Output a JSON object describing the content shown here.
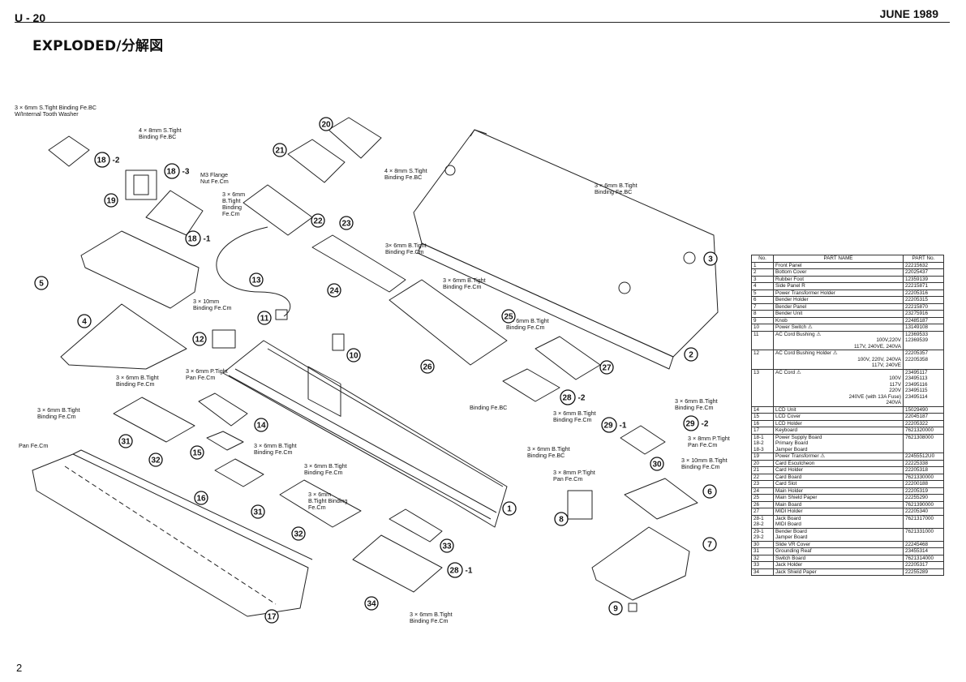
{
  "header": {
    "page_code": "U - 20",
    "date": "JUNE 1989"
  },
  "title": "EXPLODED/分解図",
  "page_number": "2",
  "callouts": [
    "1",
    "2",
    "3",
    "4",
    "5",
    "6",
    "7",
    "8",
    "9",
    "10",
    "11",
    "12",
    "13",
    "14",
    "15",
    "16",
    "17",
    "18-1",
    "18-2",
    "18-3",
    "19",
    "20",
    "21",
    "22",
    "23",
    "24",
    "25",
    "26",
    "27",
    "28-1",
    "28-2",
    "29-1",
    "29-2",
    "30",
    "31",
    "31",
    "32",
    "32",
    "33",
    "34"
  ],
  "screw_labels": [
    {
      "lines": [
        "3 × 6mm  S.Tight  Binding  Fe.BC",
        "W/Internal  Tooth  Washer"
      ]
    },
    {
      "lines": [
        "4 × 8mm  S.Tight",
        "Binding  Fe.BC"
      ]
    },
    {
      "lines": [
        "M3  Flange",
        "Nut  Fe.Cm"
      ]
    },
    {
      "lines": [
        "3 × 6mm",
        "B.Tight",
        "Binding",
        "Fe.Cm"
      ]
    },
    {
      "lines": [
        "4 × 8mm  S.Tight",
        "Binding  Fe.BC"
      ]
    },
    {
      "lines": [
        "3 × 6mm  B.Tight",
        "Binding  Fe.BC"
      ]
    },
    {
      "lines": [
        "3× 6mm B.Tight",
        "Binding  Fe.Cm"
      ]
    },
    {
      "lines": [
        "3 × 10mm",
        "Binding  Fe.Cm"
      ]
    },
    {
      "lines": [
        "3 × 6mm  B.Tight",
        "Binding  Fe.Cm"
      ]
    },
    {
      "lines": [
        "3 × 6mm  B.Tight",
        "Binding  Fe.Cm"
      ]
    },
    {
      "lines": [
        "3 × 6mm  B.Tight",
        "Binding  Fe.Cm"
      ]
    },
    {
      "lines": [
        "3 × 6mm  P.Tight",
        "Pan  Fe.Cm"
      ]
    },
    {
      "lines": [
        "3 × 6mm  B.Tight",
        "Binding  Fe.Cm"
      ]
    },
    {
      "lines": [
        "Pan  Fe.Cm"
      ]
    },
    {
      "lines": [
        "3 × 6mm  B.Tight",
        "Binding  Fe.Cm"
      ]
    },
    {
      "lines": [
        "3 × 6mm  B.Tight",
        "Binding  Fe.Cm"
      ]
    },
    {
      "lines": [
        "3 × 6mm",
        "B.Tight  Binding",
        "Fe.Cm"
      ]
    },
    {
      "lines": [
        "Binding  Fe.BC"
      ]
    },
    {
      "lines": [
        "3 × 6mm  B.Tight",
        "Binding  Fe.BC"
      ]
    },
    {
      "lines": [
        "3 × 8mm  P.Tight",
        "Pan  Fe.Cm"
      ]
    },
    {
      "lines": [
        "3 × 6mm  B.Tight",
        "Binding  Fe.Cm"
      ]
    },
    {
      "lines": [
        "3 × 6mm  B.Tight",
        "Binding  Fe.Cm"
      ]
    },
    {
      "lines": [
        "3 × 8mm  P.Tight",
        "Pan  Fe.Cm"
      ]
    },
    {
      "lines": [
        "3 × 10mm  B.Tight",
        "Binding  Fe.Cm"
      ]
    },
    {
      "lines": [
        "3 × 6mm  B.Tight",
        "Binding  Fe.Cm"
      ]
    }
  ],
  "parts_table": {
    "headers": [
      "No.",
      "PART NAME",
      "PART No."
    ],
    "rows": [
      {
        "no": "1",
        "name": "Front Panel",
        "pn": "22215632"
      },
      {
        "no": "2",
        "name": "Bottom Cover",
        "pn": "22025437"
      },
      {
        "no": "3",
        "name": "Rubber Foot",
        "pn": "12359139"
      },
      {
        "no": "4",
        "name": "Side Panel R",
        "pn": "22215871"
      },
      {
        "no": "5",
        "name": "Power Transformer Holder",
        "pn": "22205316"
      },
      {
        "no": "6",
        "name": "Bender Holder",
        "pn": "22205315"
      },
      {
        "no": "7",
        "name": "Bender Panel",
        "pn": "22215870"
      },
      {
        "no": "8",
        "name": "Bender Unit",
        "pn": "23275916"
      },
      {
        "no": "9",
        "name": "Knob",
        "pn": "22485187"
      },
      {
        "no": "10",
        "name": "Power Switch ⚠",
        "pn": "13149108"
      },
      {
        "no": "11",
        "name": "AC Cord Bushing ⚠",
        "pn": "",
        "subs": [
          {
            "label": "100V,220V",
            "pn": "12369533"
          },
          {
            "label": "117V, 240VE, 240VA",
            "pn": "12369539"
          }
        ]
      },
      {
        "no": "12",
        "name": "AC Cord Bushing Holder ⚠",
        "pn": "",
        "subs": [
          {
            "label": "100V, 220V, 240VA",
            "pn": "22205357"
          },
          {
            "label": "117V, 240VE",
            "pn": "22205358"
          }
        ]
      },
      {
        "no": "13",
        "name": "AC Cord ⚠",
        "pn": "",
        "subs": [
          {
            "label": "100V",
            "pn": "23495117"
          },
          {
            "label": "117V",
            "pn": "23495113"
          },
          {
            "label": "220V",
            "pn": "23495116"
          },
          {
            "label": "240VE (with 13A Fuse)",
            "pn": "23495115"
          },
          {
            "label": "240VA",
            "pn": "23495114"
          }
        ]
      },
      {
        "no": "14",
        "name": "LCD Unit",
        "pn": "15029490"
      },
      {
        "no": "15",
        "name": "LCD Cover",
        "pn": "22045187"
      },
      {
        "no": "16",
        "name": "LCD Holder",
        "pn": "22205322"
      },
      {
        "no": "17",
        "name": "Keyboard",
        "pn": "7621320000"
      },
      {
        "no": "18-1\n18-2\n18-3",
        "name": "Power Supply Board\nPrimary Board\nJamper Board",
        "pn": "7621308000"
      },
      {
        "no": "19",
        "name": "Power Transformer ⚠",
        "pn": "22455512U0"
      },
      {
        "no": "20",
        "name": "Card Escutcheon",
        "pn": "22225338"
      },
      {
        "no": "21",
        "name": "Card Holder",
        "pn": "22205318"
      },
      {
        "no": "22",
        "name": "Card Board",
        "pn": "7621330000"
      },
      {
        "no": "23",
        "name": "Card Slot",
        "pn": "22200188"
      },
      {
        "no": "24",
        "name": "Main Holder",
        "pn": "22205319"
      },
      {
        "no": "25",
        "name": "Main Shield Paper",
        "pn": "22255290"
      },
      {
        "no": "26",
        "name": "Main Board",
        "pn": "7621390000"
      },
      {
        "no": "27",
        "name": "MIDI Holder",
        "pn": "22205340"
      },
      {
        "no": "28-1\n28-2",
        "name": "Jack Board\nMIDI Board",
        "pn": "7621317000"
      },
      {
        "no": "29-1\n29-2",
        "name": "Bender Board\nJamper Board",
        "pn": "7621331000"
      },
      {
        "no": "30",
        "name": "Slide VR Cover",
        "pn": "22245468"
      },
      {
        "no": "31",
        "name": "Grounding Reaf",
        "pn": "23455314"
      },
      {
        "no": "32",
        "name": "Switch Board",
        "pn": "7621314000"
      },
      {
        "no": "33",
        "name": "Jack Holder",
        "pn": "22205317"
      },
      {
        "no": "34",
        "name": "Jack Shield Paper",
        "pn": "22255289"
      }
    ]
  }
}
